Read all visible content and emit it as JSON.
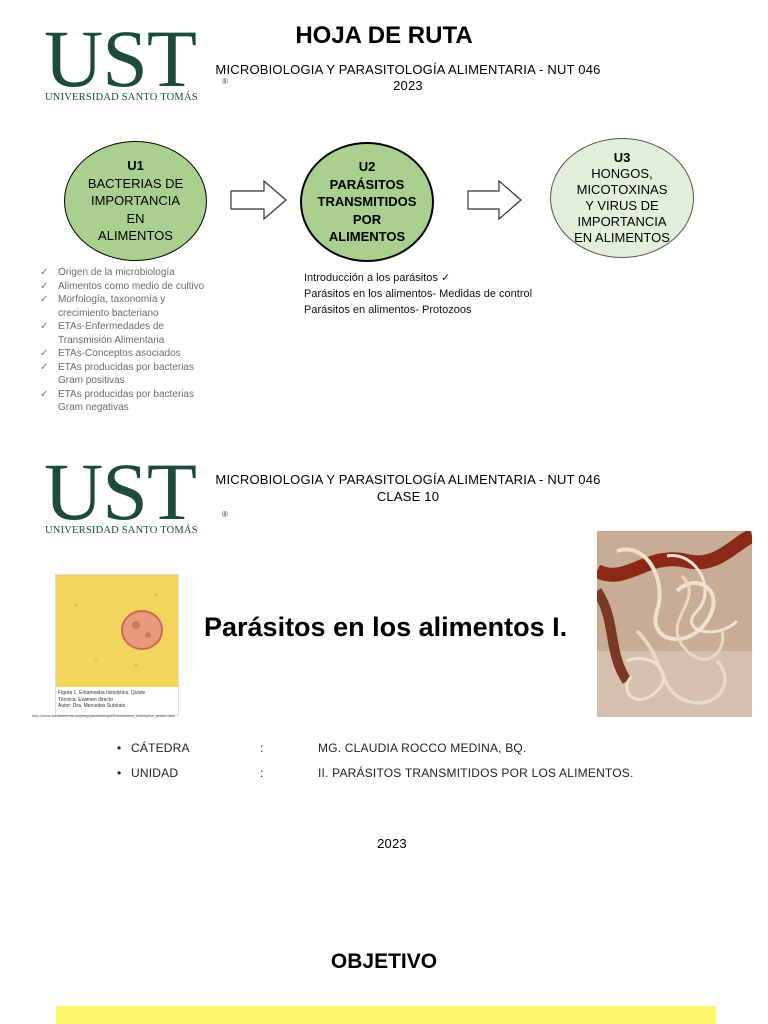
{
  "logo": {
    "letters": "UST",
    "registered": "®",
    "subtitle": "UNIVERSIDAD SANTO TOMÁS"
  },
  "slide1": {
    "title": "HOJA DE RUTA",
    "course": "MICROBIOLOGIA Y PARASITOLOGÍA ALIMENTARIA - NUT 046",
    "year": "2023",
    "units": [
      {
        "code": "U1",
        "lines": [
          "BACTERIAS DE",
          "IMPORTANCIA",
          "EN",
          "ALIMENTOS"
        ]
      },
      {
        "code": "U2",
        "lines": [
          "PARÁSITOS",
          "TRANSMITIDOS",
          "POR",
          "ALIMENTOS"
        ]
      },
      {
        "code": "U3",
        "lines": [
          "HONGOS,",
          "MICOTOXINAS",
          "Y VIRUS DE",
          "IMPORTANCIA",
          "EN ALIMENTOS"
        ]
      }
    ],
    "u1_topics": [
      "Origen de la microbiología",
      "Alimentos como medio de cultivo",
      "Morfología, taxonomía y crecimiento bacteriano",
      "ETAs-Enfermedades de Transmisión Alimentaria",
      "ETAs-Conceptos asociados",
      "ETAs producidas por bacterias Gram positivas",
      "ETAs producidas por bacterias Gram negativas"
    ],
    "check_mark": "✓",
    "u2_topics": [
      "Introducción a los parásitos ✓",
      "Parásitos en los alimentos- Medidas de control",
      "Parásitos en alimentos- Protozoos"
    ]
  },
  "slide2": {
    "course": "MICROBIOLOGIA Y PARASITOLOGÍA ALIMENTARIA - NUT 046",
    "class": "CLASE 10",
    "title": "Parásitos en los alimentos I.",
    "figure_caption": [
      "Figura 1. Entamoeba histolytica. Quiste",
      "Técnica: Examen directo",
      "Autor: Dra. Mercedes Subirats"
    ],
    "figure_url": "http://www.facilitamento.org/img/parasitologia/Entamoeba_histolytica_quiste.html",
    "meta": [
      {
        "label": "CÁTEDRA",
        "sep": ":",
        "value": "MG. CLAUDIA ROCCO MEDINA, BQ."
      },
      {
        "label": "UNIDAD",
        "sep": ":",
        "value": "II. PARÁSITOS TRANSMITIDOS POR LOS ALIMENTOS."
      }
    ],
    "bullet": "•",
    "year": "2023"
  },
  "slide3": {
    "title": "OBJETIVO"
  },
  "colors": {
    "logo_green": "#1d4b3a",
    "unit_green": "#a9d08e",
    "unit_light": "#e2efd9",
    "highlight_yellow": "#fff76a"
  }
}
